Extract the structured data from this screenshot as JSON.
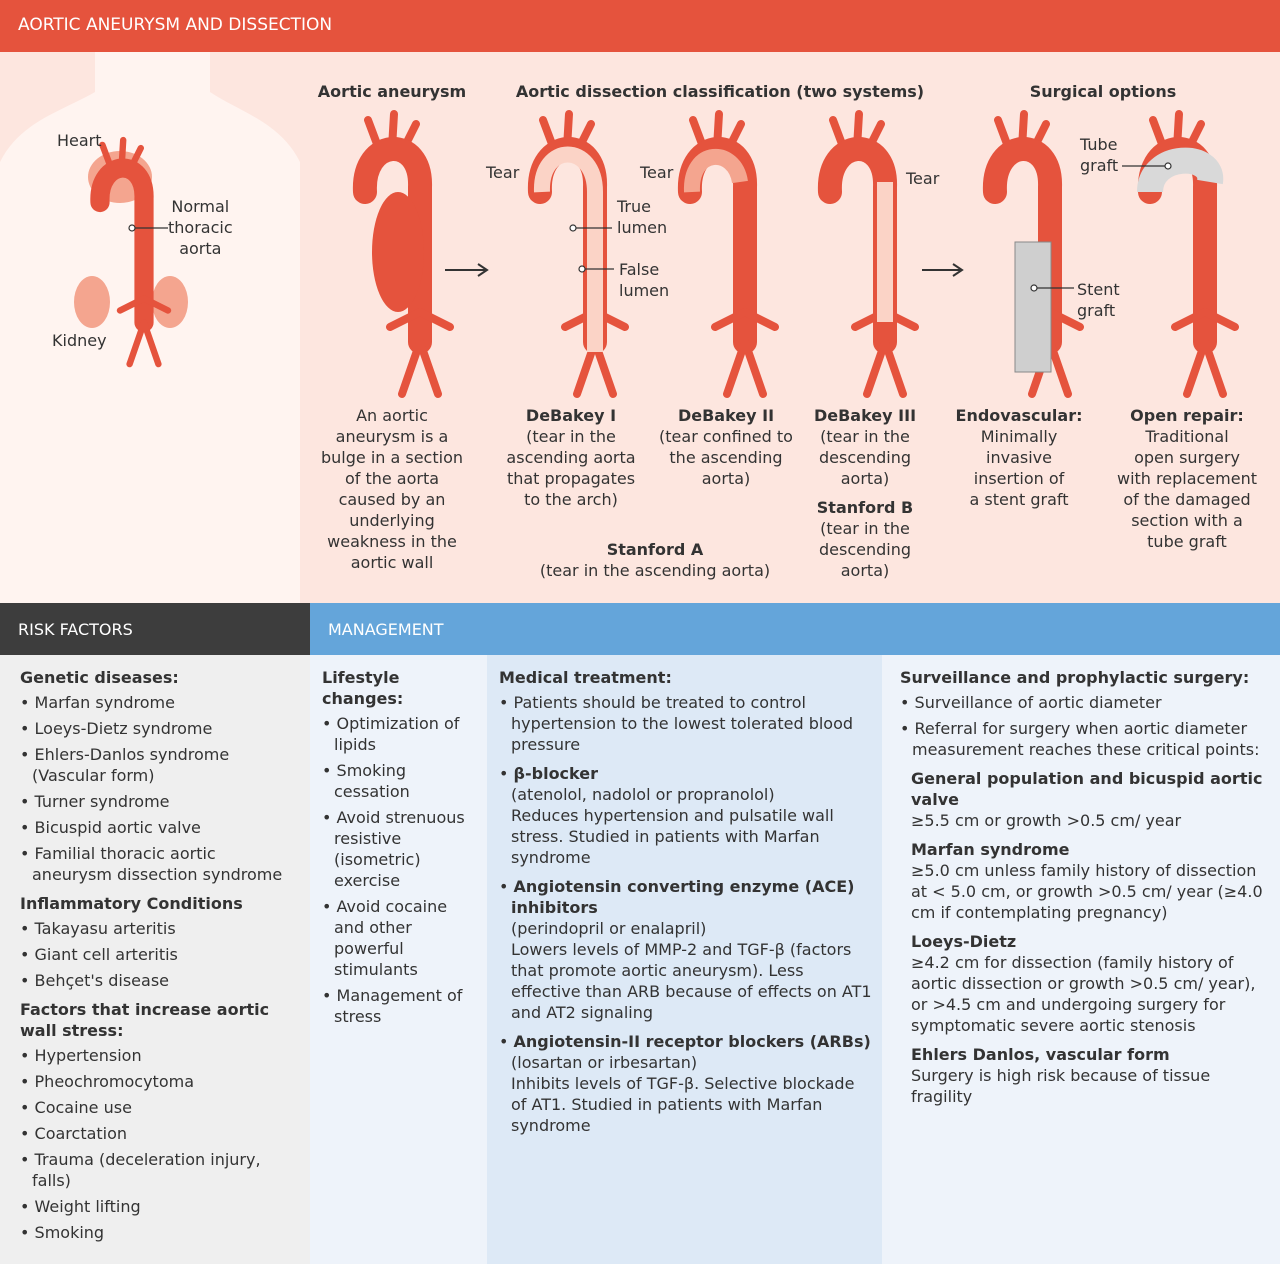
{
  "title": "AORTIC ANEURYSM AND DISSECTION",
  "colors": {
    "header": "#e5533d",
    "aorta": "#e5533d",
    "false_lumen": "#f4a58f",
    "true_lumen": "#fbd3c6",
    "background": "#fde6df",
    "risk_header": "#3d3d3d",
    "management_header": "#64a5da"
  },
  "illustration": {
    "body_labels": {
      "heart": "Heart",
      "normal_aorta": "Normal\nthoracic\naorta",
      "kidney": "Kidney"
    },
    "section_titles": {
      "aneurysm": "Aortic aneurysm",
      "dissection": "Aortic dissection classification (two systems)",
      "surgical": "Surgical options"
    },
    "labels": {
      "tear": "Tear",
      "true_lumen": "True\nlumen",
      "false_lumen": "False\nlumen",
      "tube_graft": "Tube\ngraft",
      "stent_graft": "Stent\ngraft"
    },
    "captions": {
      "aneurysm": "An aortic\naneurysm is a\nbulge in a section\nof the aorta\ncaused by an\nunderlying\nweakness in the\naortic wall",
      "debakey1_title": "DeBakey I",
      "debakey1_text": "(tear in the\nascending aorta\nthat propagates\nto the arch)",
      "debakey2_title": "DeBakey II",
      "debakey2_text": "(tear confined to\nthe ascending\naorta)",
      "debakey3_title": "DeBakey III",
      "debakey3_text": "(tear in the\ndescending\naorta)",
      "stanfordb_title": "Stanford B",
      "stanfordb_text": "(tear in the\ndescending\naorta)",
      "stanforda_title": "Stanford A",
      "stanforda_text": "(tear in the ascending aorta)",
      "endo_title": "Endovascular:",
      "endo_text": "Minimally\ninvasive\ninsertion of\na stent graft",
      "open_title": "Open repair:",
      "open_text": "Traditional\nopen surgery\nwith replacement\nof the damaged\nsection with a\ntube graft"
    }
  },
  "risk": {
    "header": "RISK FACTORS",
    "groups": [
      {
        "title": "Genetic diseases:",
        "items": [
          "Marfan syndrome",
          "Loeys-Dietz syndrome",
          "Ehlers-Danlos syndrome (Vascular form)",
          "Turner syndrome",
          "Bicuspid aortic valve",
          "Familial thoracic aortic aneurysm dissection syndrome"
        ]
      },
      {
        "title": "Inflammatory Conditions",
        "items": [
          "Takayasu arteritis",
          "Giant cell arteritis",
          "Behçet's disease"
        ]
      },
      {
        "title": "Factors that increase aortic wall stress:",
        "items": [
          "Hypertension",
          "Pheochromocytoma",
          "Cocaine use",
          "Coarctation",
          "Trauma (deceleration injury, falls)",
          "Weight lifting",
          "Smoking"
        ]
      }
    ]
  },
  "management": {
    "header": "MANAGEMENT",
    "lifestyle": {
      "title": "Lifestyle changes:",
      "items": [
        "Optimization of lipids",
        "Smoking cessation",
        "Avoid strenuous resistive (isometric) exercise",
        "Avoid cocaine and other powerful stimulants",
        "Management of stress"
      ]
    },
    "medical": {
      "title": "Medical treatment:",
      "items": [
        {
          "head": "",
          "text": "Patients should be treated to control hypertension to the lowest tolerated blood pressure"
        },
        {
          "head": "β-blocker",
          "text": "(atenolol, nadolol or propranolol)\nReduces hypertension and pulsatile wall stress. Studied in patients with Marfan syndrome"
        },
        {
          "head": "Angiotensin converting enzyme (ACE) inhibitors",
          "text": "(perindopril or enalapril)\nLowers levels of MMP-2 and TGF-β (factors that promote aortic aneurysm). Less effective than ARB because of effects on AT1 and AT2 signaling"
        },
        {
          "head": "Angiotensin-II receptor blockers (ARBs)",
          "text": "(losartan or irbesartan)\nInhibits levels of TGF-β. Selective blockade of AT1. Studied in patients with Marfan syndrome"
        }
      ]
    },
    "surveillance": {
      "title": "Surveillance and prophylactic surgery:",
      "items": [
        "Surveillance of aortic diameter",
        "Referral for surgery when aortic diameter measurement reaches these critical points:"
      ],
      "criteria": [
        {
          "head": "General population and bicuspid aortic valve",
          "text": "≥5.5 cm or growth >0.5 cm/ year"
        },
        {
          "head": "Marfan syndrome",
          "text": "≥5.0 cm unless family history of dissection at < 5.0 cm, or growth >0.5 cm/ year (≥4.0 cm if contemplating pregnancy)"
        },
        {
          "head": "Loeys-Dietz",
          "text": "≥4.2 cm for dissection (family history of aortic dissection or growth >0.5 cm/ year), or >4.5 cm and undergoing surgery for symptomatic severe aortic stenosis"
        },
        {
          "head": "Ehlers Danlos, vascular form",
          "text": "Surgery is high risk because of tissue fragility"
        }
      ]
    }
  }
}
